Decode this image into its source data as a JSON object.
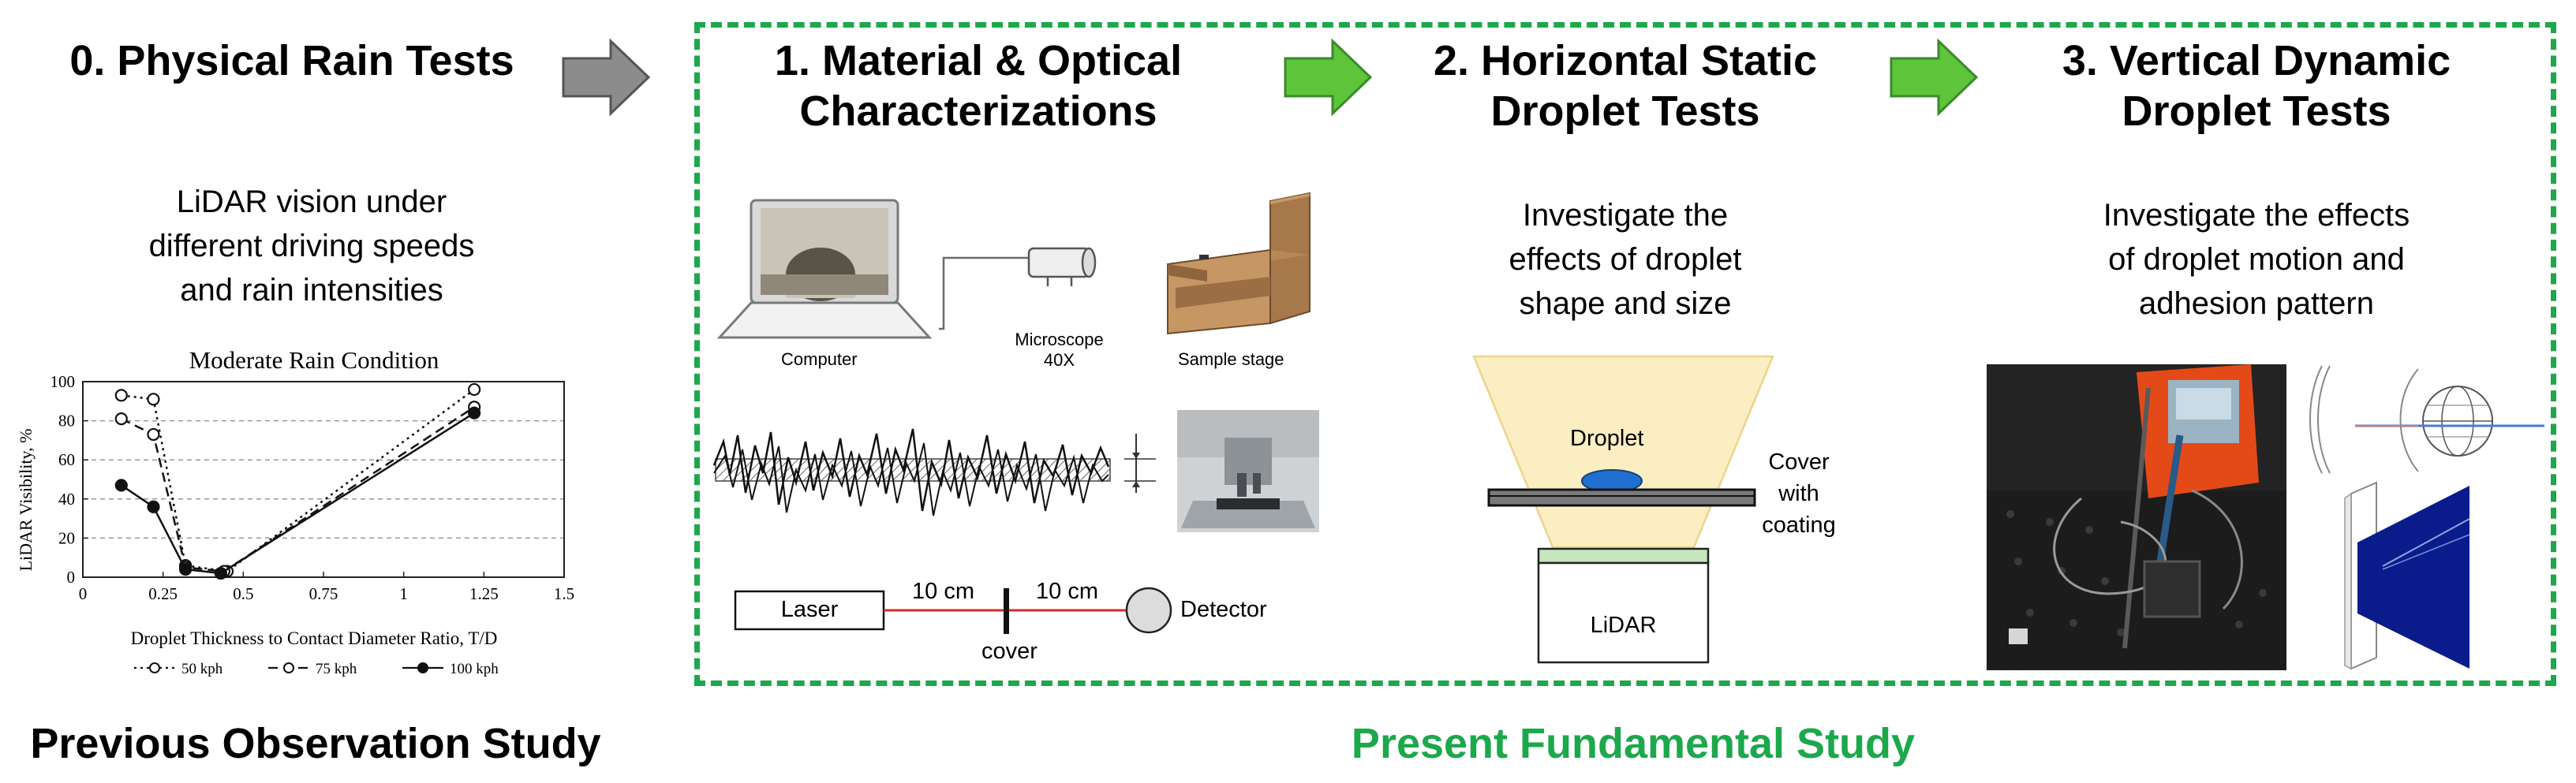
{
  "stages": {
    "s0": {
      "title_lines": [
        "0. Physical Rain Tests"
      ],
      "desc_lines": [
        "LiDAR vision under",
        "different driving speeds",
        "and rain intensities"
      ]
    },
    "s1": {
      "title_lines": [
        "1. Material & Optical",
        "Characterizations"
      ]
    },
    "s2": {
      "title_lines": [
        "2. Horizontal Static",
        "Droplet Tests"
      ],
      "desc_lines": [
        "Investigate the",
        "effects of droplet",
        "shape and size"
      ]
    },
    "s3": {
      "title_lines": [
        "3. Vertical Dynamic",
        "Droplet Tests"
      ],
      "desc_lines": [
        "Investigate the effects",
        "of droplet motion and",
        "adhesion pattern"
      ]
    }
  },
  "footers": {
    "previous": "Previous Observation Study",
    "present": "Present Fundamental Study"
  },
  "colors": {
    "green_accent": "#1ca84b",
    "green_arrow": "#5ec43a",
    "gray_arrow": "#8c8c8c",
    "droplet_blue": "#1f6fd0",
    "beam_yellow": "#fbeec2",
    "laser_red": "#d62a2a",
    "cover_green": "#c6e6bd",
    "dark_blue": "#0a1c8c"
  },
  "setup_labels": {
    "computer": "Computer",
    "microscope": "Microscope",
    "microscope_mag": "40X",
    "sample_stage": "Sample stage",
    "laser": "Laser",
    "distance_1": "10 cm",
    "distance_2": "10 cm",
    "cover": "cover",
    "detector": "Detector",
    "droplet": "Droplet",
    "cover_with_coating": [
      "Cover",
      "with",
      "coating"
    ],
    "lidar": "LiDAR"
  },
  "chart_data": {
    "type": "line",
    "title": "Moderate Rain Condition",
    "xlabel": "Droplet Thickness to Contact Diameter Ratio, T/D",
    "ylabel": "LiDAR Visibility, %",
    "xlim": [
      0,
      1.5
    ],
    "ylim": [
      0,
      100
    ],
    "xticks": [
      "0",
      "0.25",
      "0.5",
      "0.75",
      "1",
      "1.25",
      "1.5"
    ],
    "yticks": [
      "0",
      "20",
      "40",
      "60",
      "80",
      "100"
    ],
    "grid": true,
    "legend_position": "bottom",
    "series": [
      {
        "name": "50 kph",
        "marker": "open-circle",
        "dash": "dotted",
        "x": [
          0.12,
          0.22,
          0.32,
          0.45,
          1.22
        ],
        "y": [
          93,
          91,
          6,
          3,
          96
        ]
      },
      {
        "name": "75 kph",
        "marker": "open-circle",
        "dash": "dashed",
        "x": [
          0.12,
          0.22,
          0.32,
          0.44,
          1.22
        ],
        "y": [
          81,
          73,
          5,
          3,
          87
        ]
      },
      {
        "name": "100 kph",
        "marker": "filled-circle",
        "dash": "solid",
        "x": [
          0.12,
          0.22,
          0.32,
          0.43,
          1.22
        ],
        "y": [
          47,
          36,
          4,
          2,
          84
        ]
      }
    ]
  }
}
